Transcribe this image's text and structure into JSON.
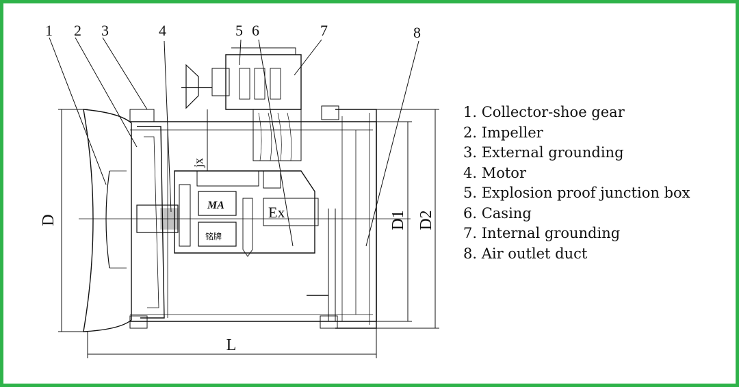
{
  "callouts": [
    "1",
    "2",
    "3",
    "4",
    "5",
    "6",
    "7",
    "8"
  ],
  "dimensions": {
    "overall_diameter": "D",
    "inner_diameter": "D1",
    "flange_diameter": "D2",
    "length": "L",
    "clearance": "jx"
  },
  "plates": {
    "ma_mark": "MA",
    "nameplate": "铭牌",
    "ex_mark": "Ex"
  },
  "legend": {
    "items": [
      "1. Collector-shoe gear",
      "2. Impeller",
      "3. External grounding",
      "4. Motor",
      "5. Explosion proof junction box",
      "6. Casing",
      "7. Internal grounding",
      "8. Air outlet duct"
    ]
  },
  "colors": {
    "border": "#2fb34a",
    "ink": "#111111",
    "background": "#ffffff"
  }
}
